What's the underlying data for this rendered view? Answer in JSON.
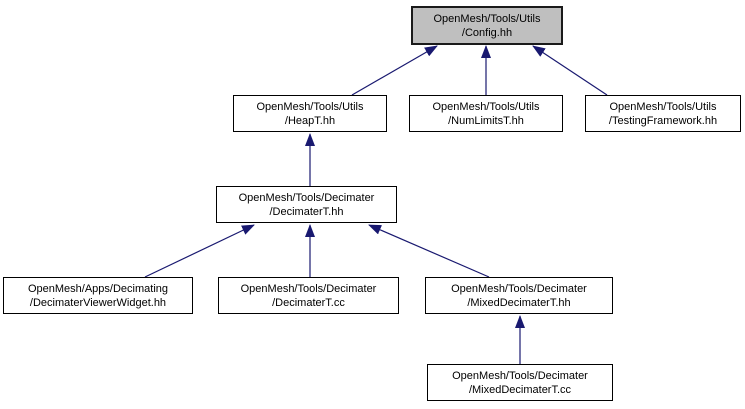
{
  "diagram": {
    "type": "include-dependency-graph",
    "description": "Doxygen-style reverse include graph: files that include OpenMesh/Tools/Utils/Config.hh",
    "colors": {
      "edge": "#191970",
      "node_fill": "#ffffff",
      "node_border": "#000000",
      "current_node_fill": "#bfbfbf",
      "text": "#000000",
      "background": "#ffffff"
    },
    "nodes": {
      "config": {
        "line1": "OpenMesh/Tools/Utils",
        "line2": "/Config.hh"
      },
      "heapt": {
        "line1": "OpenMesh/Tools/Utils",
        "line2": "/HeapT.hh"
      },
      "numlimits": {
        "line1": "OpenMesh/Tools/Utils",
        "line2": "/NumLimitsT.hh"
      },
      "testingframework": {
        "line1": "OpenMesh/Tools/Utils",
        "line2": "/TestingFramework.hh"
      },
      "decimatert_hh": {
        "line1": "OpenMesh/Tools/Decimater",
        "line2": "/DecimaterT.hh"
      },
      "viewerwidget": {
        "line1": "OpenMesh/Apps/Decimating",
        "line2": "/DecimaterViewerWidget.hh"
      },
      "decimatert_cc": {
        "line1": "OpenMesh/Tools/Decimater",
        "line2": "/DecimaterT.cc"
      },
      "mixed_hh": {
        "line1": "OpenMesh/Tools/Decimater",
        "line2": "/MixedDecimaterT.hh"
      },
      "mixed_cc": {
        "line1": "OpenMesh/Tools/Decimater",
        "line2": "/MixedDecimaterT.cc"
      }
    },
    "edges": [
      {
        "from": "OpenMesh/Tools/Utils/HeapT.hh",
        "to": "OpenMesh/Tools/Utils/Config.hh"
      },
      {
        "from": "OpenMesh/Tools/Utils/NumLimitsT.hh",
        "to": "OpenMesh/Tools/Utils/Config.hh"
      },
      {
        "from": "OpenMesh/Tools/Utils/TestingFramework.hh",
        "to": "OpenMesh/Tools/Utils/Config.hh"
      },
      {
        "from": "OpenMesh/Tools/Decimater/DecimaterT.hh",
        "to": "OpenMesh/Tools/Utils/HeapT.hh"
      },
      {
        "from": "OpenMesh/Apps/Decimating/DecimaterViewerWidget.hh",
        "to": "OpenMesh/Tools/Decimater/DecimaterT.hh"
      },
      {
        "from": "OpenMesh/Tools/Decimater/DecimaterT.cc",
        "to": "OpenMesh/Tools/Decimater/DecimaterT.hh"
      },
      {
        "from": "OpenMesh/Tools/Decimater/MixedDecimaterT.hh",
        "to": "OpenMesh/Tools/Decimater/DecimaterT.hh"
      },
      {
        "from": "OpenMesh/Tools/Decimater/MixedDecimaterT.cc",
        "to": "OpenMesh/Tools/Decimater/MixedDecimaterT.hh"
      }
    ]
  }
}
